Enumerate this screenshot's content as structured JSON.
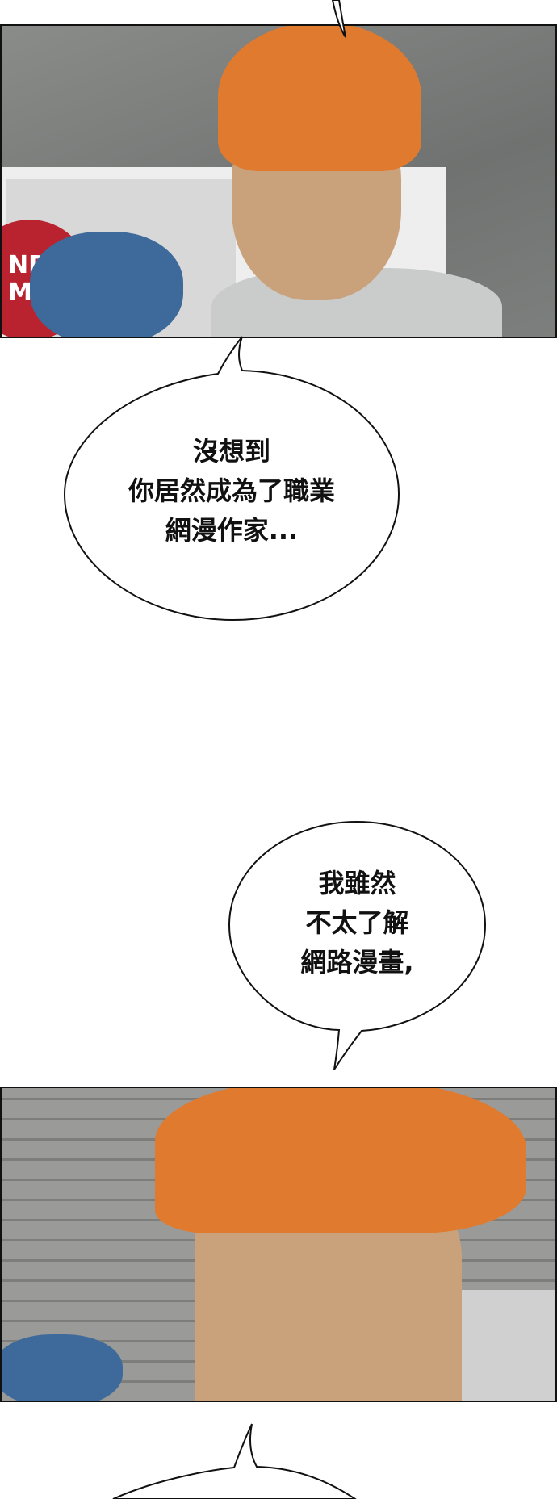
{
  "bubbles": [
    {
      "lines": [
        "沒想到",
        "你居然成為了職業",
        "網漫作家..."
      ]
    },
    {
      "lines": [
        "我雖然",
        "不太了解",
        "網路漫畫,"
      ]
    }
  ],
  "panel1": {
    "sign_text": [
      "NDE",
      "MA"
    ]
  },
  "colors": {
    "hair": "#e07a2e",
    "skin": "#c9a27c",
    "bubble_stroke": "#111111"
  }
}
